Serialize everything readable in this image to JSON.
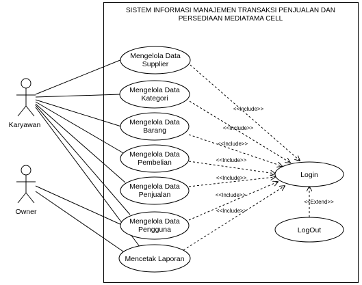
{
  "system": {
    "title_line1": "SISTEM INFORMASI MANAJEMEN TRANSAKSI PENJUALAN DAN",
    "title_line2": "PERSEDIAAN MEDIATAMA CELL"
  },
  "actors": {
    "karyawan": "Karyawan",
    "owner": "Owner"
  },
  "use_cases": {
    "supplier": [
      "Mengelola Data",
      "Supplier"
    ],
    "kategori": [
      "Mengelola Data",
      "Kategori"
    ],
    "barang": [
      "Mengelola Data",
      "Barang"
    ],
    "pembelian": [
      "Mengelola Data",
      "Pembelian"
    ],
    "penjualan": [
      "Mengelola Data",
      "Penjualan"
    ],
    "pengguna": [
      "Mengelola Data",
      "Pengguna"
    ],
    "laporan": [
      "Mencetak Laporan"
    ],
    "login": [
      "Login"
    ],
    "logout": [
      "LogOut"
    ]
  },
  "relations": {
    "include": "<<Include>>",
    "extend": "<<Extend>>"
  }
}
